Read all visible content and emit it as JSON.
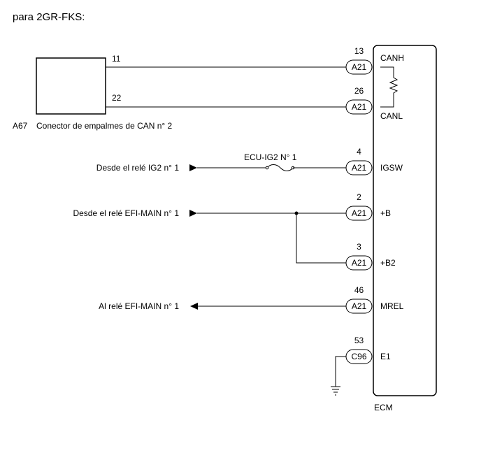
{
  "heading": "para 2GR-FKS:",
  "left_connector": {
    "id": "A67",
    "name": "Conector de empalmes de CAN n° 2",
    "pins": [
      "11",
      "22"
    ]
  },
  "ecm": {
    "name": "ECM",
    "terminals": [
      {
        "pin": "13",
        "connector": "A21",
        "signal": "CANH"
      },
      {
        "pin": "26",
        "connector": "A21",
        "signal": "CANL"
      },
      {
        "pin": "4",
        "connector": "A21",
        "signal": "IGSW"
      },
      {
        "pin": "2",
        "connector": "A21",
        "signal": "+B"
      },
      {
        "pin": "3",
        "connector": "A21",
        "signal": "+B2"
      },
      {
        "pin": "46",
        "connector": "A21",
        "signal": "MREL"
      },
      {
        "pin": "53",
        "connector": "C96",
        "signal": "E1"
      }
    ]
  },
  "fuse": {
    "name": "ECU-IG2 N° 1"
  },
  "sources": [
    {
      "text": "Desde el relé IG2 n° 1"
    },
    {
      "text": "Desde el relé EFI-MAIN n° 1"
    },
    {
      "text": "Al relé EFI-MAIN n° 1"
    }
  ]
}
